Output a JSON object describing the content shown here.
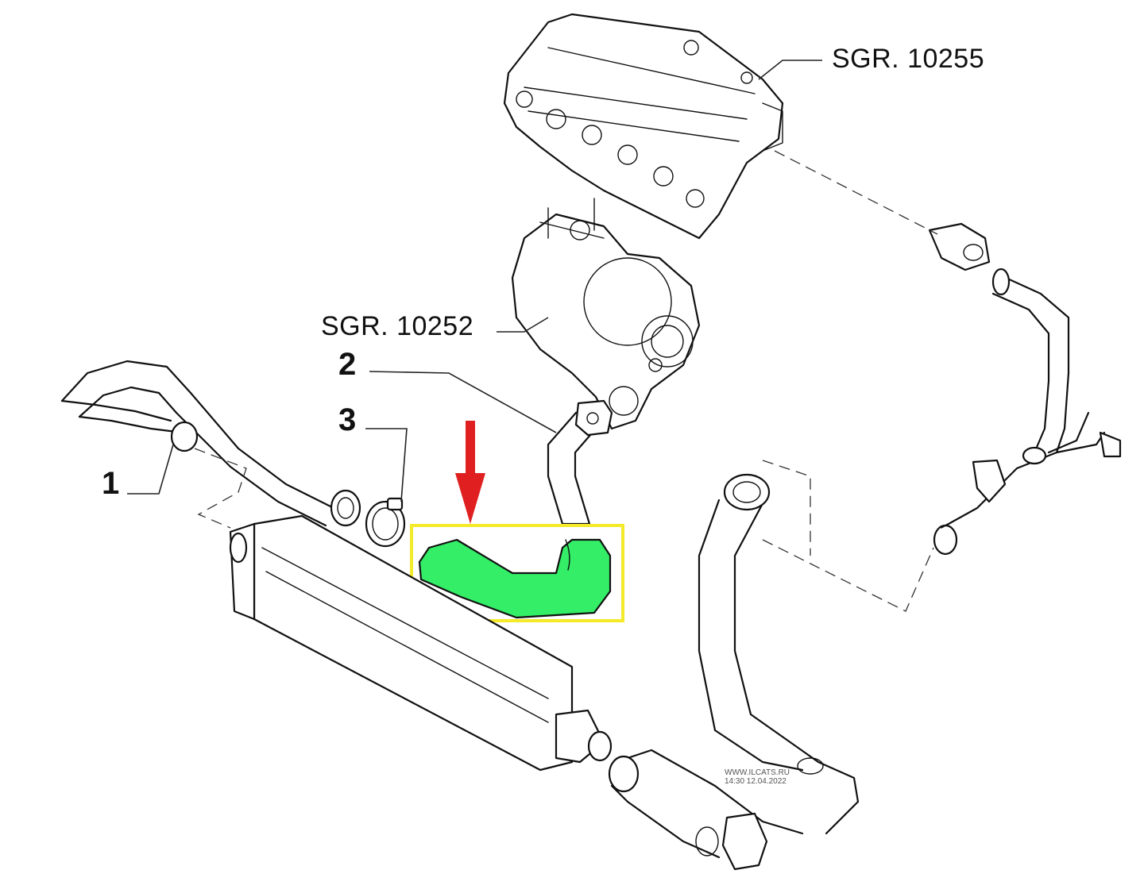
{
  "diagram": {
    "references": {
      "intake_manifold": "SGR. 10255",
      "turbocharger": "SGR. 10252"
    },
    "callouts": {
      "part_1": "1",
      "part_2": "2",
      "part_3": "3"
    },
    "watermark": {
      "line1": "WWW.ILCATS.RU",
      "line2": "14:30 12.04.2022"
    },
    "colors": {
      "highlight_part_fill": "#33ee66",
      "highlight_box": "#f4ea2a",
      "arrow": "#e02020",
      "line": "#111111"
    },
    "icons": {
      "pointer": "down-arrow-icon"
    }
  }
}
